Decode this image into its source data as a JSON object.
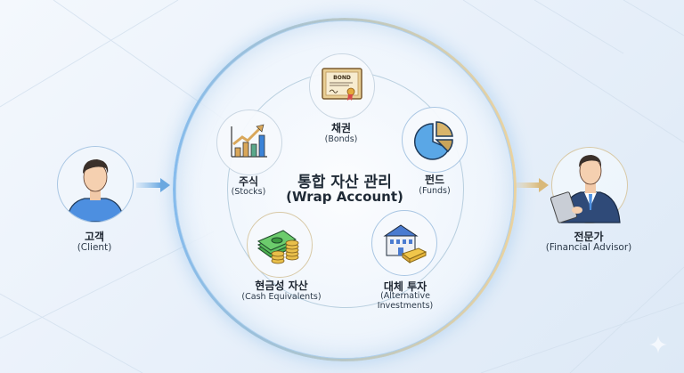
{
  "center": {
    "title_ko": "통합 자산 관리",
    "title_en": "(Wrap Account)"
  },
  "client": {
    "label_ko": "고객",
    "label_en": "(Client)",
    "icon": "person-client-icon"
  },
  "advisor": {
    "label_ko": "전문가",
    "label_en": "(Financial Advisor)",
    "icon": "person-advisor-icon"
  },
  "assets": [
    {
      "id": "bonds",
      "label_ko": "채권",
      "label_en": "(Bonds)",
      "icon": "bond-certificate-icon",
      "badge_text": "BOND"
    },
    {
      "id": "funds",
      "label_ko": "펀드",
      "label_en": "(Funds)",
      "icon": "pie-chart-icon"
    },
    {
      "id": "alternative",
      "label_ko": "대체 투자",
      "label_en_1": "(Alternative",
      "label_en_2": "Investments)",
      "icon": "building-gold-icon"
    },
    {
      "id": "cash",
      "label_ko": "현금성 자산",
      "label_en": "(Cash Equivalents)",
      "icon": "cash-coins-icon"
    },
    {
      "id": "stocks",
      "label_ko": "주식",
      "label_en": "(Stocks)",
      "icon": "bar-chart-arrow-icon"
    }
  ],
  "colors": {
    "client_arrow": "#8fc0ea",
    "advisor_arrow": "#d9b97a",
    "ring_blue": "#9cc6ec",
    "ring_gold": "#e7cf9c"
  }
}
